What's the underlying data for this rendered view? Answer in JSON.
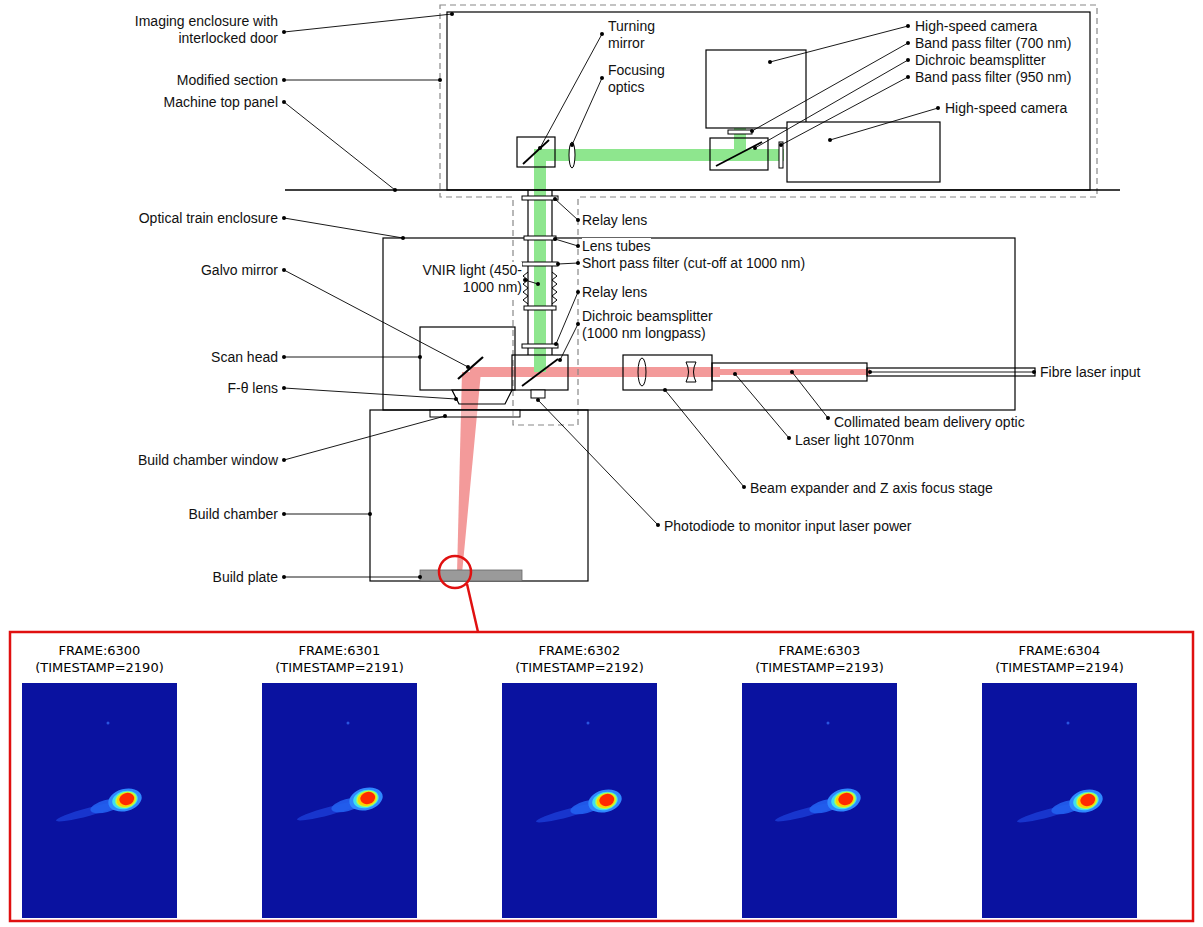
{
  "diagram": {
    "nodes": [
      {
        "text": [
          "FRAME:6300 (TIMESTAMP=2190)"
        ]
      },
      {
        "text": [
          "FRAME:6301 (TIMESTAMP=2191)"
        ]
      },
      {
        "text": [
          "FRAME:6302 (TIMESTAMP=2192)"
        ]
      },
      {
        "text": [
          "FRAME:6303 (TIMESTAMP=2193)"
        ]
      },
      {
        "text": [
          "FRAME:6304 (TIMESTAMP=2194)"
        ]
      }
    ],
    "labels": [
      "Imaging enclosure with interlocked door",
      "Modified section",
      "Machine top panel",
      "Optical train enclosure",
      "Galvo mirror",
      "Scan head",
      "F-θ lens",
      "Build chamber window",
      "Build chamber",
      "Build plate",
      "Turning mirror",
      "Focusing optics",
      "High-speed camera",
      "Band pass filter (700 nm)",
      "Dichroic beamsplitter",
      "Band pass filter (950 nm)",
      "High-speed camera",
      "Relay lens",
      "Lens tubes",
      "Short pass filter (cut-off at 1000 nm)",
      "VNIR light (450-1000 nm)",
      "Relay lens",
      "Dichroic beamsplitter (1000 nm longpass)",
      "Fibre laser input",
      "Collimated beam delivery optic",
      "Laser light 1070nm",
      "Beam expander and Z axis focus stage",
      "Photodiode to monitor input laser power"
    ]
  }
}
